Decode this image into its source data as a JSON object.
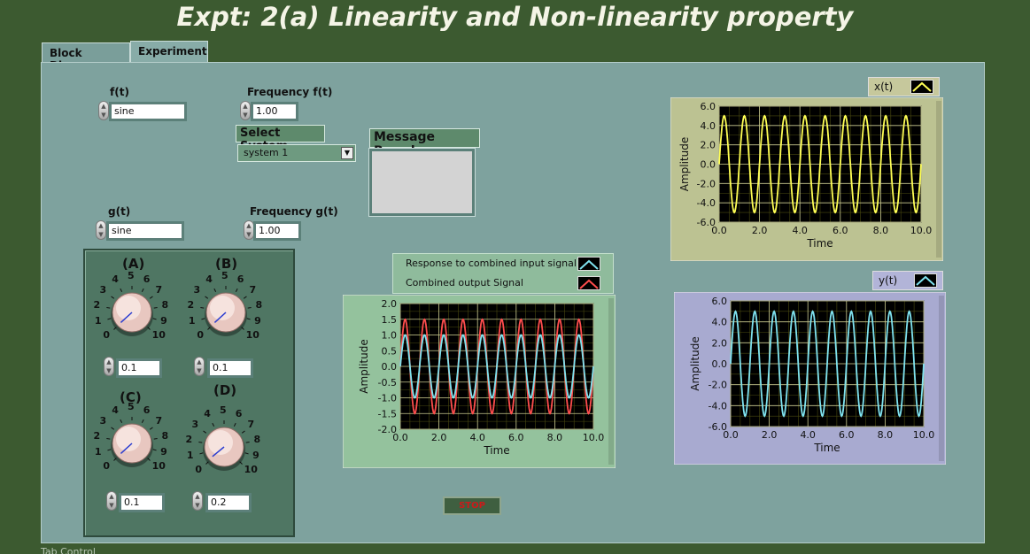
{
  "title": "Expt: 2(a) Linearity and Non-linearity property",
  "tabs": [
    {
      "label": "Block Diagram"
    },
    {
      "label": "Experiment"
    }
  ],
  "controls": {
    "f_label": "f(t)",
    "f_value": "sine",
    "freq_f_label": "Frequency f(t)",
    "freq_f_value": "1.00",
    "select_system_label": "Select System",
    "select_system_value": "system 1",
    "g_label": "g(t)",
    "g_value": "sine",
    "freq_g_label": "Frequency g(t)",
    "freq_g_value": "1.00"
  },
  "message_board": {
    "label": "Message Board"
  },
  "knobs": [
    {
      "label": "(A)",
      "value": "0.1",
      "fraction": 0.01
    },
    {
      "label": "(B)",
      "value": "0.1",
      "fraction": 0.01
    },
    {
      "label": "(C)",
      "value": "0.1",
      "fraction": 0.01
    },
    {
      "label": "(D)",
      "value": "0.2",
      "fraction": 0.02
    }
  ],
  "knob_scale": [
    "0",
    "1",
    "2",
    "3",
    "4",
    "5",
    "6",
    "7",
    "8",
    "9",
    "10"
  ],
  "stop_label": "STOP",
  "tab_control_label": "Tab Control",
  "colors": {
    "yellow": "#ffff55",
    "cyan": "#7fe3ef",
    "red": "#ff4d4d"
  },
  "chart_data": [
    {
      "type": "line",
      "legend": [
        "x(t)"
      ],
      "xlabel": "Time",
      "ylabel": "Amplitude",
      "xlim": [
        0,
        10
      ],
      "ylim": [
        -6,
        6
      ],
      "xticks": [
        "0.0",
        "2.0",
        "4.0",
        "6.0",
        "8.0",
        "10.0"
      ],
      "yticks": [
        "6.0",
        "4.0",
        "2.0",
        "0.0",
        "-2.0",
        "-4.0",
        "-6.0"
      ],
      "series": [
        {
          "name": "x(t)",
          "amplitude": 5,
          "frequency": 1,
          "color": "#ffff55"
        }
      ]
    },
    {
      "type": "line",
      "legend": [
        "Response to combined input signal",
        "Combined output Signal"
      ],
      "xlabel": "Time",
      "ylabel": "Amplitude",
      "xlim": [
        0,
        10
      ],
      "ylim": [
        -2,
        2
      ],
      "xticks": [
        "0.0",
        "2.0",
        "4.0",
        "6.0",
        "8.0",
        "10.0"
      ],
      "yticks": [
        "2.0",
        "1.5",
        "1.0",
        "0.5",
        "0.0",
        "-0.5",
        "-1.0",
        "-1.5",
        "-2.0"
      ],
      "series": [
        {
          "name": "Combined output Signal",
          "amplitude": 1.5,
          "frequency": 1,
          "color": "#ff4d4d"
        },
        {
          "name": "Response to combined input signal",
          "amplitude": 1.0,
          "frequency": 1,
          "color": "#7fe3ef"
        }
      ]
    },
    {
      "type": "line",
      "legend": [
        "y(t)"
      ],
      "xlabel": "Time",
      "ylabel": "Amplitude",
      "xlim": [
        0,
        10
      ],
      "ylim": [
        -6,
        6
      ],
      "xticks": [
        "0.0",
        "2.0",
        "4.0",
        "6.0",
        "8.0",
        "10.0"
      ],
      "yticks": [
        "6.0",
        "4.0",
        "2.0",
        "0.0",
        "-2.0",
        "-4.0",
        "-6.0"
      ],
      "series": [
        {
          "name": "y(t)",
          "amplitude": 5,
          "frequency": 1,
          "color": "#7fe3ef"
        }
      ]
    }
  ]
}
